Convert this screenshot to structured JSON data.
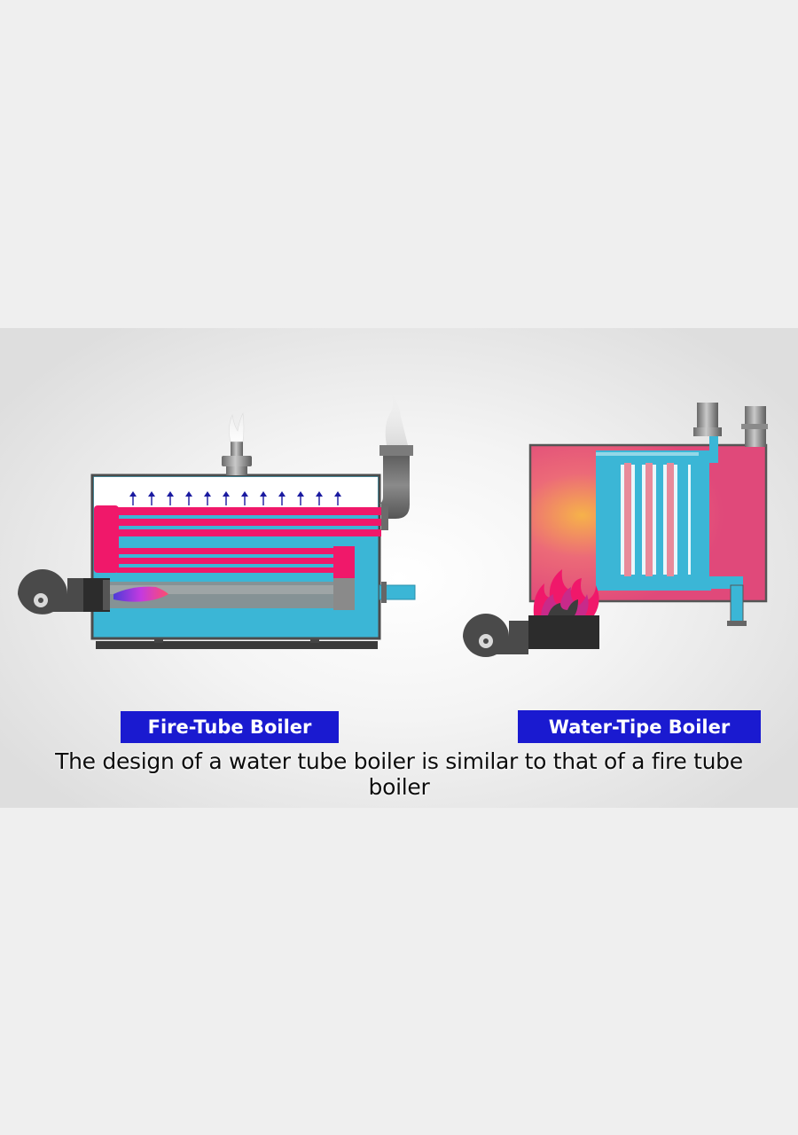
{
  "labels": {
    "fire_tube": "Fire-Tube Boiler",
    "water_tube": "Water-Tipe Boiler"
  },
  "caption": "The design of a water tube boiler is similar to that of a fire tube boiler",
  "colors": {
    "water": "#3bb6d6",
    "hot_gas": "#f0186a",
    "steam_space": "#ffffff",
    "metal": "#7a7a7a",
    "label_bg": "#1a1ad0",
    "label_text": "#ffffff",
    "arrow": "#1a1aa0"
  },
  "icons": {
    "flame": "flame-icon",
    "burner_fan": "fan-housing-icon",
    "steam_arrow": "arrow-up-icon"
  }
}
